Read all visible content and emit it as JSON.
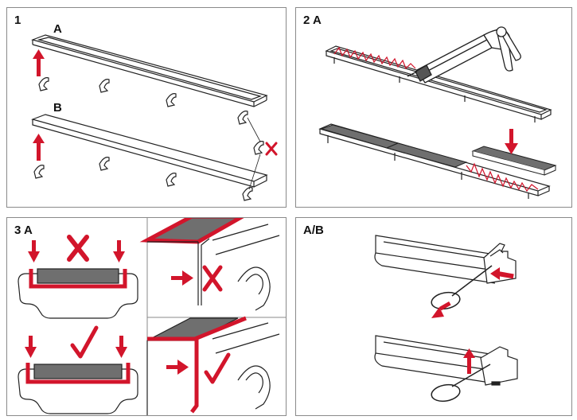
{
  "panels": {
    "p1": {
      "label": "1",
      "sub_a": "A",
      "sub_b": "B"
    },
    "p2": {
      "label": "2 A"
    },
    "p3": {
      "label": "3 A"
    },
    "p4": {
      "label": "A/B"
    }
  },
  "colors": {
    "accent": "#d2152b",
    "line": "#222222",
    "tile": "#6f6f6f"
  }
}
